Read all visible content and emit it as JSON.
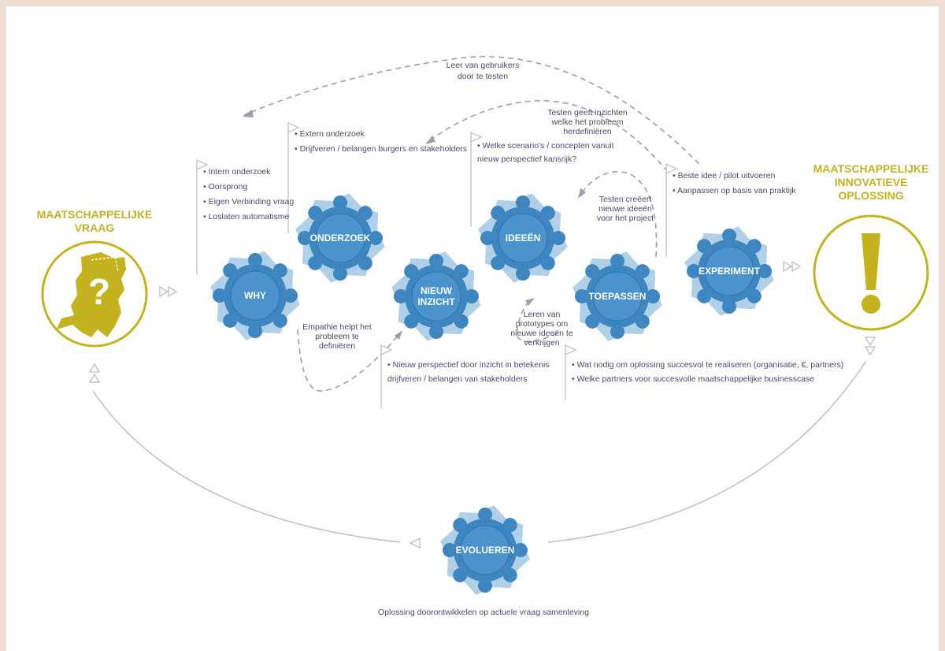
{
  "left_outcome": {
    "title_lines": [
      "MAATSCHAPPELIJKE",
      "VRAAG"
    ],
    "icon": "netherlands-map-question-icon"
  },
  "right_outcome": {
    "title_lines": [
      "MAATSCHAPPELIJKE",
      "INNOVATIEVE",
      "OPLOSSING"
    ],
    "icon": "exclamation-icon"
  },
  "gears": [
    {
      "id": "why",
      "label_lines": [
        "WHY"
      ]
    },
    {
      "id": "onderzoek",
      "label_lines": [
        "ONDERZOEK"
      ]
    },
    {
      "id": "nieuw-inzicht",
      "label_lines": [
        "NIEUW",
        "INZICHT"
      ]
    },
    {
      "id": "ideeen",
      "label_lines": [
        "IDEEËN"
      ]
    },
    {
      "id": "toepassen",
      "label_lines": [
        "TOEPASSEN"
      ]
    },
    {
      "id": "experiment",
      "label_lines": [
        "EXPERIMENT"
      ]
    },
    {
      "id": "evolueren",
      "label_lines": [
        "EVOLUEREN"
      ]
    }
  ],
  "bullet_groups": [
    {
      "id": "why",
      "items": [
        "Intern onderzoek",
        "Oorsprong",
        "Eigen Verbinding vraag",
        "Loslaten automatisme"
      ]
    },
    {
      "id": "onderzoek",
      "items": [
        "Extern onderzoek",
        "Drijfveren / belangen burgers en stakeholders"
      ]
    },
    {
      "id": "ideeen",
      "items": [
        "Welke scenario's / concepten vanuit",
        "nieuw perspectief kansrijk?"
      ]
    },
    {
      "id": "experiment",
      "items": [
        "Beste idee / pilot uitvoeren",
        "Aanpassen op basis van praktijk"
      ]
    },
    {
      "id": "nieuw-inzicht",
      "items": [
        "Nieuw perspectief door inzicht in betekenis",
        "drijfveren / belangen van stakeholders"
      ]
    },
    {
      "id": "toepassen",
      "items": [
        "Wat nodig om oplossing succesvol te realiseren (organisatie, €, partners)",
        "Welke partners voor succesvolle maatschappelijke businesscase"
      ]
    }
  ],
  "notes": [
    {
      "id": "leer-van-gebruikers",
      "lines": [
        "Leer van gebruikers",
        "door te testen"
      ]
    },
    {
      "id": "testen-geeft-inzichten",
      "lines": [
        "Testen geeft inzichten",
        "welke het probleem",
        "herdefiniëren"
      ]
    },
    {
      "id": "testen-creeert",
      "lines": [
        "Testen creëert",
        "nieuwe ideeën",
        "voor het project"
      ]
    },
    {
      "id": "empathie",
      "lines": [
        "Empathie helpt het",
        "probleem te",
        "definiëren"
      ]
    },
    {
      "id": "leren-van-prototypes",
      "lines": [
        "Leren van",
        "prototypes om",
        "nieuwe ideeën te",
        "verkrijgen"
      ]
    }
  ],
  "footer": {
    "caption": "Oplossing doorontwikkelen op actuele vraag samenleving"
  },
  "colors": {
    "gear_outer": "#b0d0e8",
    "gear_inner": "#3d86bf",
    "gold": "#c4b31f",
    "dashed": "#9aa0ac"
  }
}
